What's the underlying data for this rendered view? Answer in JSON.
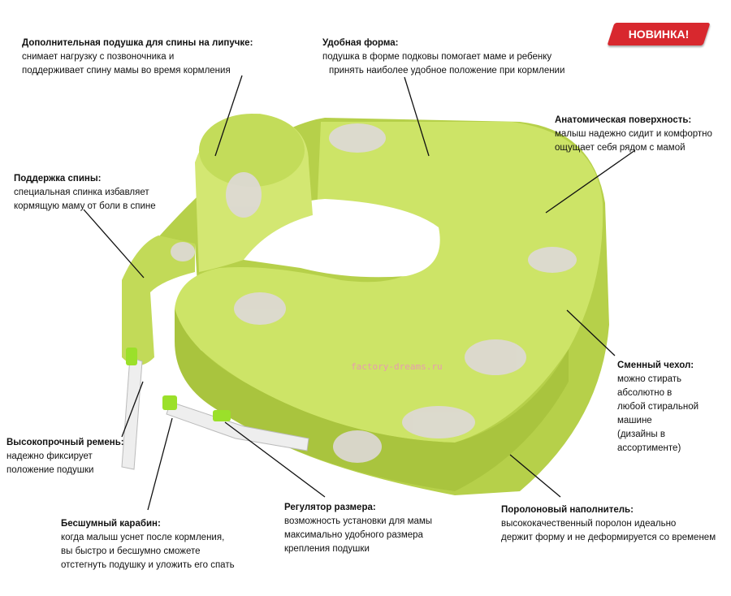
{
  "badge": "НОВИНКА!",
  "watermark": "factory-dreams.ru",
  "colors": {
    "fabric": "#c9e05c",
    "fabric_dark": "#9fbf3a",
    "badge": "#d8282e"
  },
  "annotations": [
    {
      "title": "Дополнительная подушка для спины на липучке:",
      "lines": [
        "снимает нагрузку с позвоночника и",
        "поддерживает спину мамы во время кормления"
      ]
    },
    {
      "title": "Удобная форма:",
      "lines": [
        "подушка в форме подковы помогает маме и ребенку",
        "принять наиболее удобное положение при кормлении"
      ]
    },
    {
      "title": "Анатомическая поверхность:",
      "lines": [
        "малыш надежно сидит и комфортно",
        "ощущает себя рядом с мамой"
      ]
    },
    {
      "title": "Поддержка спины:",
      "lines": [
        "специальная спинка избавляет",
        "кормящую маму от боли в спине"
      ]
    },
    {
      "title": "Сменный чехол:",
      "lines": [
        "можно стирать абсолютно в",
        "любой стиральной машине",
        "(дизайны в ассортименте)"
      ]
    },
    {
      "title": "Высокопрочный ремень:",
      "lines": [
        "надежно фиксирует",
        "положение подушки"
      ]
    },
    {
      "title": "Бесшумный карабин:",
      "lines": [
        "когда малыш уснет после кормления,",
        "вы быстро и бесшумно сможете",
        "отстегнуть подушку и уложить его спать"
      ]
    },
    {
      "title": "Регулятор размера:",
      "lines": [
        "возможность установки для мамы",
        "максимально удобного размера",
        "крепления подушки"
      ]
    },
    {
      "title": "Поролоновый наполнитель:",
      "lines": [
        "высококачественный поролон идеально",
        "держит форму и не деформируется со временем"
      ]
    }
  ]
}
